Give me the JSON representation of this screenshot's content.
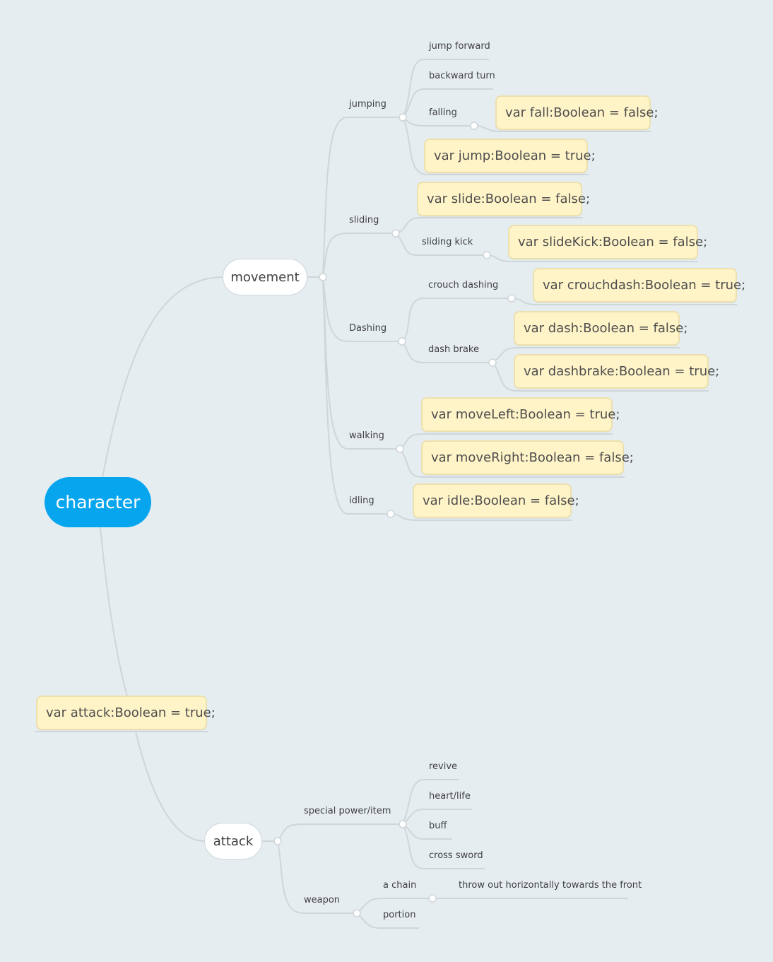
{
  "root": {
    "label": "character"
  },
  "movement": {
    "label": "movement",
    "jumping": {
      "label": "jumping",
      "jump_forward": "jump forward",
      "backward_turn": "backward turn",
      "falling": "falling",
      "falling_code": "var fall:Boolean = false;",
      "jump_code": "var jump:Boolean = true;"
    },
    "sliding": {
      "label": "sliding",
      "slide_code": "var slide:Boolean = false;",
      "sliding_kick": "sliding kick",
      "slidekick_code": "var slideKick:Boolean = false;"
    },
    "dashing": {
      "label": "Dashing",
      "crouch_dashing": "crouch dashing",
      "crouchdash_code": "var crouchdash:Boolean = true;",
      "dash_brake": "dash brake",
      "dash_code": "var dash:Boolean = false;",
      "dashbrake_code": "var dashbrake:Boolean = true;"
    },
    "walking": {
      "label": "walking",
      "moveleft_code": "var moveLeft:Boolean = true;",
      "moveright_code": "var moveRight:Boolean = false;"
    },
    "idling": {
      "label": "idling",
      "idle_code": "var idle:Boolean = false;"
    }
  },
  "attack_code": "var attack:Boolean = true;",
  "attack": {
    "label": "attack",
    "special": {
      "label": "special power/item",
      "items": [
        "revive",
        "heart/life",
        "buff",
        "cross sword"
      ]
    },
    "weapon": {
      "label": "weapon",
      "a_chain": "a chain",
      "throw": "throw out horizontally towards the front",
      "portion": "portion"
    }
  }
}
